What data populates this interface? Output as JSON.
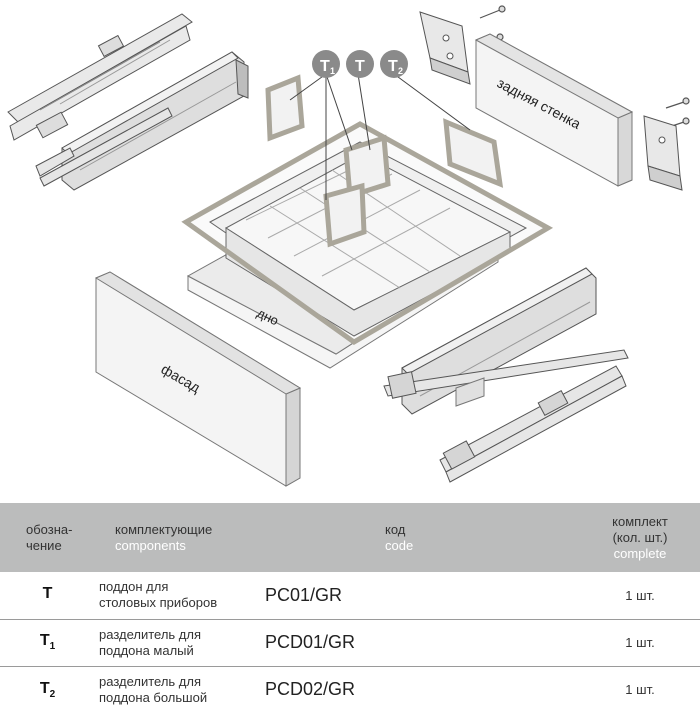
{
  "diagram": {
    "labels": {
      "back_panel": "задняя стенка",
      "bottom": "дно",
      "front": "фасад"
    },
    "callouts": [
      {
        "letter": "T",
        "sub": "1"
      },
      {
        "letter": "T",
        "sub": ""
      },
      {
        "letter": "T",
        "sub": "2"
      }
    ]
  },
  "table": {
    "headers": {
      "symbol_ru": "обозна-\nчение",
      "components_ru": "комплектующие",
      "components_en": "components",
      "code_ru": "код",
      "code_en": "code",
      "qty_ru": "комплект\n(кол. шт.)",
      "qty_en": "complete"
    },
    "rows": [
      {
        "symbol": "T",
        "sub": "",
        "description": "поддон для\nстоловых приборов",
        "code": "PC01/GR",
        "qty": "1 шт."
      },
      {
        "symbol": "T",
        "sub": "1",
        "description": "разделитель для\nподдона малый",
        "code": "PCD01/GR",
        "qty": "1 шт."
      },
      {
        "symbol": "T",
        "sub": "2",
        "description": "разделитель для\nподдона большой",
        "code": "PCD02/GR",
        "qty": "1 шт."
      }
    ]
  }
}
